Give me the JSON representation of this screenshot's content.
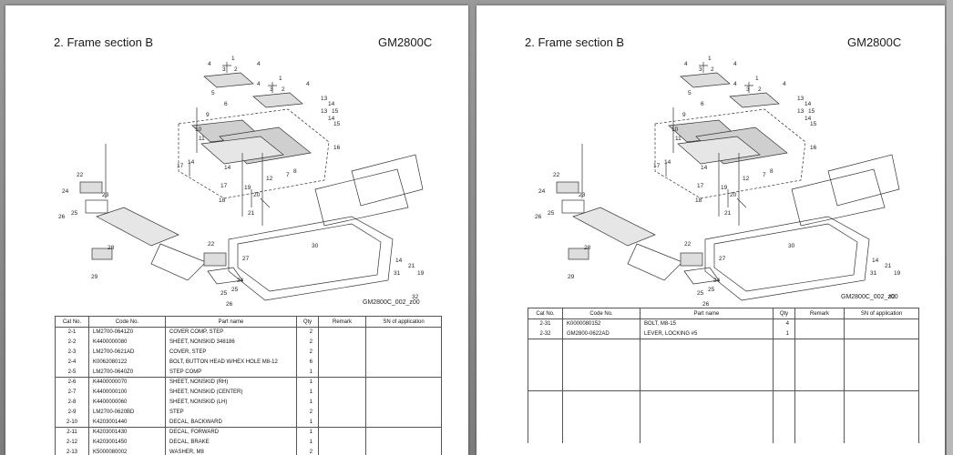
{
  "left_page": {
    "title": "2. Frame section B",
    "model": "GM2800C",
    "diagram_code": "GM2800C_002_z00",
    "callouts": [
      "1",
      "2",
      "3",
      "4",
      "4",
      "1",
      "2",
      "3",
      "4",
      "4",
      "5",
      "6",
      "9",
      "10",
      "11",
      "13",
      "14",
      "15",
      "13",
      "14",
      "15",
      "16",
      "17",
      "14",
      "14",
      "17",
      "19",
      "18",
      "20",
      "21",
      "12",
      "7",
      "8",
      "22",
      "23",
      "24",
      "25",
      "26",
      "22",
      "27",
      "28",
      "29",
      "30",
      "14",
      "31",
      "21",
      "19",
      "25",
      "24",
      "25",
      "26",
      "32"
    ],
    "table": {
      "headers": [
        "Cat No.",
        "Code No.",
        "Part name",
        "Qty",
        "Remark",
        "SN of application"
      ],
      "rows": [
        {
          "cat": "2-1",
          "code": "LM2700-0641Z0",
          "name": "COVER COMP, STEP",
          "qty": "2"
        },
        {
          "cat": "2-2",
          "code": "K4400000080",
          "name": "SHEET, NONSKID 348186",
          "qty": "2"
        },
        {
          "cat": "2-3",
          "code": "LM2700-0621AD",
          "name": "COVER, STEP",
          "qty": "2"
        },
        {
          "cat": "2-4",
          "code": "K0062080122",
          "name": "BOLT, BUTTON HEAD W/HEX HOLE M8-12",
          "qty": "6"
        },
        {
          "cat": "2-5",
          "code": "LM2700-0640Z0",
          "name": "STEP COMP",
          "qty": "1"
        },
        {
          "cat": "2-6",
          "code": "K4400000070",
          "name": "SHEET, NONSKID (RH)",
          "qty": "1"
        },
        {
          "cat": "2-7",
          "code": "K4400000100",
          "name": "SHEET, NONSKID (CENTER)",
          "qty": "1"
        },
        {
          "cat": "2-8",
          "code": "K4400000060",
          "name": "SHEET, NONSKID (LH)",
          "qty": "1"
        },
        {
          "cat": "2-9",
          "code": "LM2700-0620BD",
          "name": "STEP",
          "qty": "2"
        },
        {
          "cat": "2-10",
          "code": "K4203001440",
          "name": "DECAL, BACKWARD",
          "qty": "1"
        },
        {
          "cat": "2-11",
          "code": "K4203001430",
          "name": "DECAL, FORWARD",
          "qty": "1"
        },
        {
          "cat": "2-12",
          "code": "K4203001450",
          "name": "DECAL, BRAKE",
          "qty": "1"
        },
        {
          "cat": "2-13",
          "code": "K5000080002",
          "name": "WASHER, M8",
          "qty": "2"
        }
      ]
    }
  },
  "right_page": {
    "title": "2. Frame section B",
    "model": "GM2800C",
    "diagram_code": "GM2800C_002_z00",
    "callouts": [
      "1",
      "2",
      "3",
      "4",
      "4",
      "1",
      "2",
      "3",
      "4",
      "4",
      "5",
      "6",
      "9",
      "10",
      "11",
      "13",
      "14",
      "15",
      "13",
      "14",
      "15",
      "16",
      "17",
      "14",
      "14",
      "17",
      "19",
      "18",
      "20",
      "21",
      "12",
      "7",
      "8",
      "22",
      "23",
      "24",
      "25",
      "26",
      "22",
      "27",
      "28",
      "29",
      "30",
      "14",
      "31",
      "21",
      "19",
      "25",
      "24",
      "25",
      "26",
      "32"
    ],
    "table": {
      "headers": [
        "Cat No.",
        "Code No.",
        "Part name",
        "Qty",
        "Remark",
        "SN of application"
      ],
      "rows": [
        {
          "cat": "2-31",
          "code": "K0000080152",
          "name": "BOLT, M8-15",
          "qty": "4"
        },
        {
          "cat": "2-32",
          "code": "GM2800-0622AD",
          "name": "LEVER, LOCKING #5",
          "qty": "1"
        }
      ]
    }
  }
}
